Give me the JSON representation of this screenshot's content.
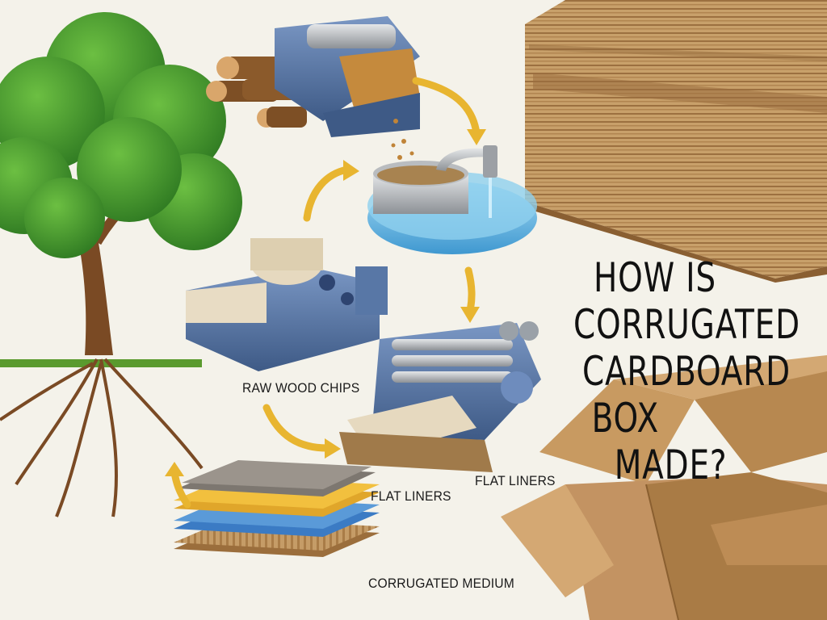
{
  "headline": {
    "line1": "HOW IS",
    "line2": "CORRUGATED",
    "line3": "CARDBOARD",
    "line4": "BOX",
    "line5": "MADE?"
  },
  "labels": {
    "raw_wood_chips": "RAW WOOD CHIPS",
    "flat_liners_top": "FLAT LINERS",
    "flat_liners_bottom": "FLAT LINERS",
    "corrugated_medium": "CORRUGATED MEDIUM"
  },
  "colors": {
    "background": "#f4f2ea",
    "cardboard": "#c39a64",
    "arrow": "#e8b530",
    "machine": "#4f6f9e",
    "foliage": "#3f8f2e",
    "trunk": "#7a4a24",
    "water": "#6cb9e3"
  },
  "icons": [
    "tree-icon",
    "logs-icon",
    "wood-chipper-icon",
    "pulp-vat-icon",
    "paper-machine-icon",
    "press-roller-icon",
    "layer-stack-icon",
    "cardboard-stack-icon",
    "open-box-icon",
    "flow-arrow-icon"
  ]
}
